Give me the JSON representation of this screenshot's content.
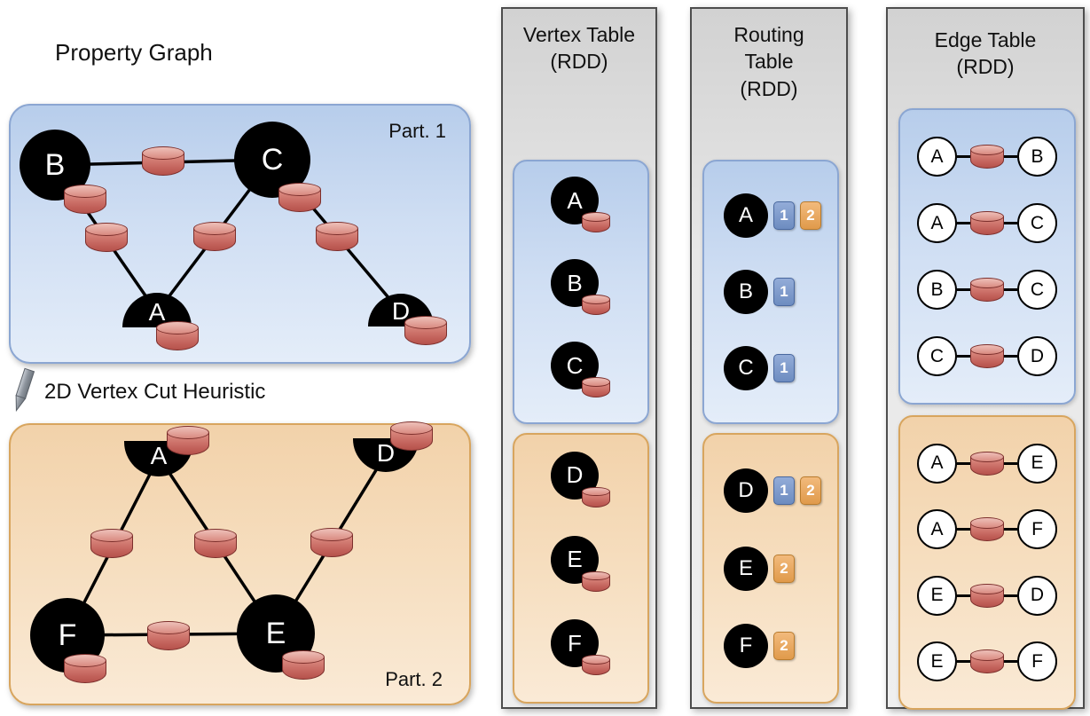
{
  "property_graph": {
    "title": "Property Graph",
    "heuristic_label": "2D Vertex Cut Heuristic",
    "part1": {
      "label": "Part. 1",
      "full_vertices": [
        "B",
        "C"
      ],
      "cut_vertices": [
        "A",
        "D"
      ],
      "edges": [
        "B-C",
        "B-A",
        "C-A",
        "C-D"
      ]
    },
    "part2": {
      "label": "Part. 2",
      "cut_vertices": [
        "A",
        "D"
      ],
      "full_vertices": [
        "F",
        "E"
      ],
      "edges": [
        "A-F",
        "A-E",
        "D-E",
        "F-E"
      ]
    }
  },
  "vertex_table": {
    "title": [
      "Vertex Table",
      "(RDD)"
    ],
    "part1_vertices": [
      "A",
      "B",
      "C"
    ],
    "part2_vertices": [
      "D",
      "E",
      "F"
    ]
  },
  "routing_table": {
    "title": [
      "Routing",
      "Table",
      "(RDD)"
    ],
    "part1_rows": [
      {
        "vertex": "A",
        "partitions": [
          "1",
          "2"
        ]
      },
      {
        "vertex": "B",
        "partitions": [
          "1"
        ]
      },
      {
        "vertex": "C",
        "partitions": [
          "1"
        ]
      }
    ],
    "part2_rows": [
      {
        "vertex": "D",
        "partitions": [
          "1",
          "2"
        ]
      },
      {
        "vertex": "E",
        "partitions": [
          "2"
        ]
      },
      {
        "vertex": "F",
        "partitions": [
          "2"
        ]
      }
    ]
  },
  "edge_table": {
    "title": [
      "Edge Table",
      "(RDD)"
    ],
    "part1_edges": [
      {
        "src": "A",
        "dst": "B"
      },
      {
        "src": "A",
        "dst": "C"
      },
      {
        "src": "B",
        "dst": "C"
      },
      {
        "src": "C",
        "dst": "D"
      }
    ],
    "part2_edges": [
      {
        "src": "A",
        "dst": "E"
      },
      {
        "src": "A",
        "dst": "F"
      },
      {
        "src": "E",
        "dst": "D"
      },
      {
        "src": "E",
        "dst": "F"
      }
    ]
  },
  "colors": {
    "partition1_fill": "#c3d6f0",
    "partition1_border": "#8ba6d2",
    "partition2_fill": "#f5dcbc",
    "partition2_border": "#d8a55e",
    "partition1_badge": "#7b98cb",
    "partition2_badge": "#e8a45c",
    "property_cylinder": "#cf6f66",
    "panel_fill": "#dedede",
    "panel_border": "#4d4d4d"
  }
}
